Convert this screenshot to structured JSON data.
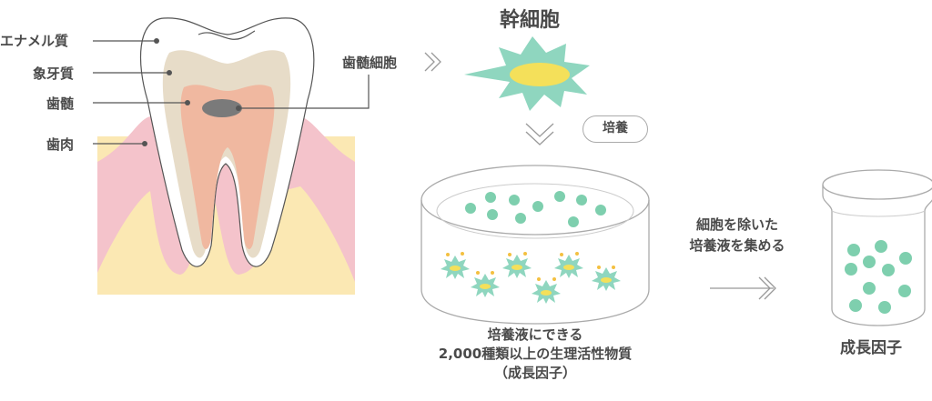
{
  "tooth_labels": {
    "enamel": "エナメル質",
    "dentin": "象牙質",
    "pulp": "歯髄",
    "gum": "歯肉"
  },
  "pulp_cell": "歯髄細胞",
  "stem_cell_title": "幹細胞",
  "culture": "培養",
  "culture_fluid_caption": [
    "培養液にできる",
    "2,000種類以上の生理活性物質",
    "（成長因子）"
  ],
  "collect_caption": [
    "細胞を除いた",
    "培養液を集める"
  ],
  "growth_factor": "成長因子",
  "colors": {
    "bone": "#fbe8b3",
    "gum": "#f4c3cb",
    "dentin": "#e7dcc8",
    "pulp": "#f0b8a0",
    "core": "#7a7a7a",
    "stem_cell": "#8fd6bf",
    "nucleus": "#f4e05a",
    "factor_dot": "#7ecfae",
    "line": "#555555"
  }
}
